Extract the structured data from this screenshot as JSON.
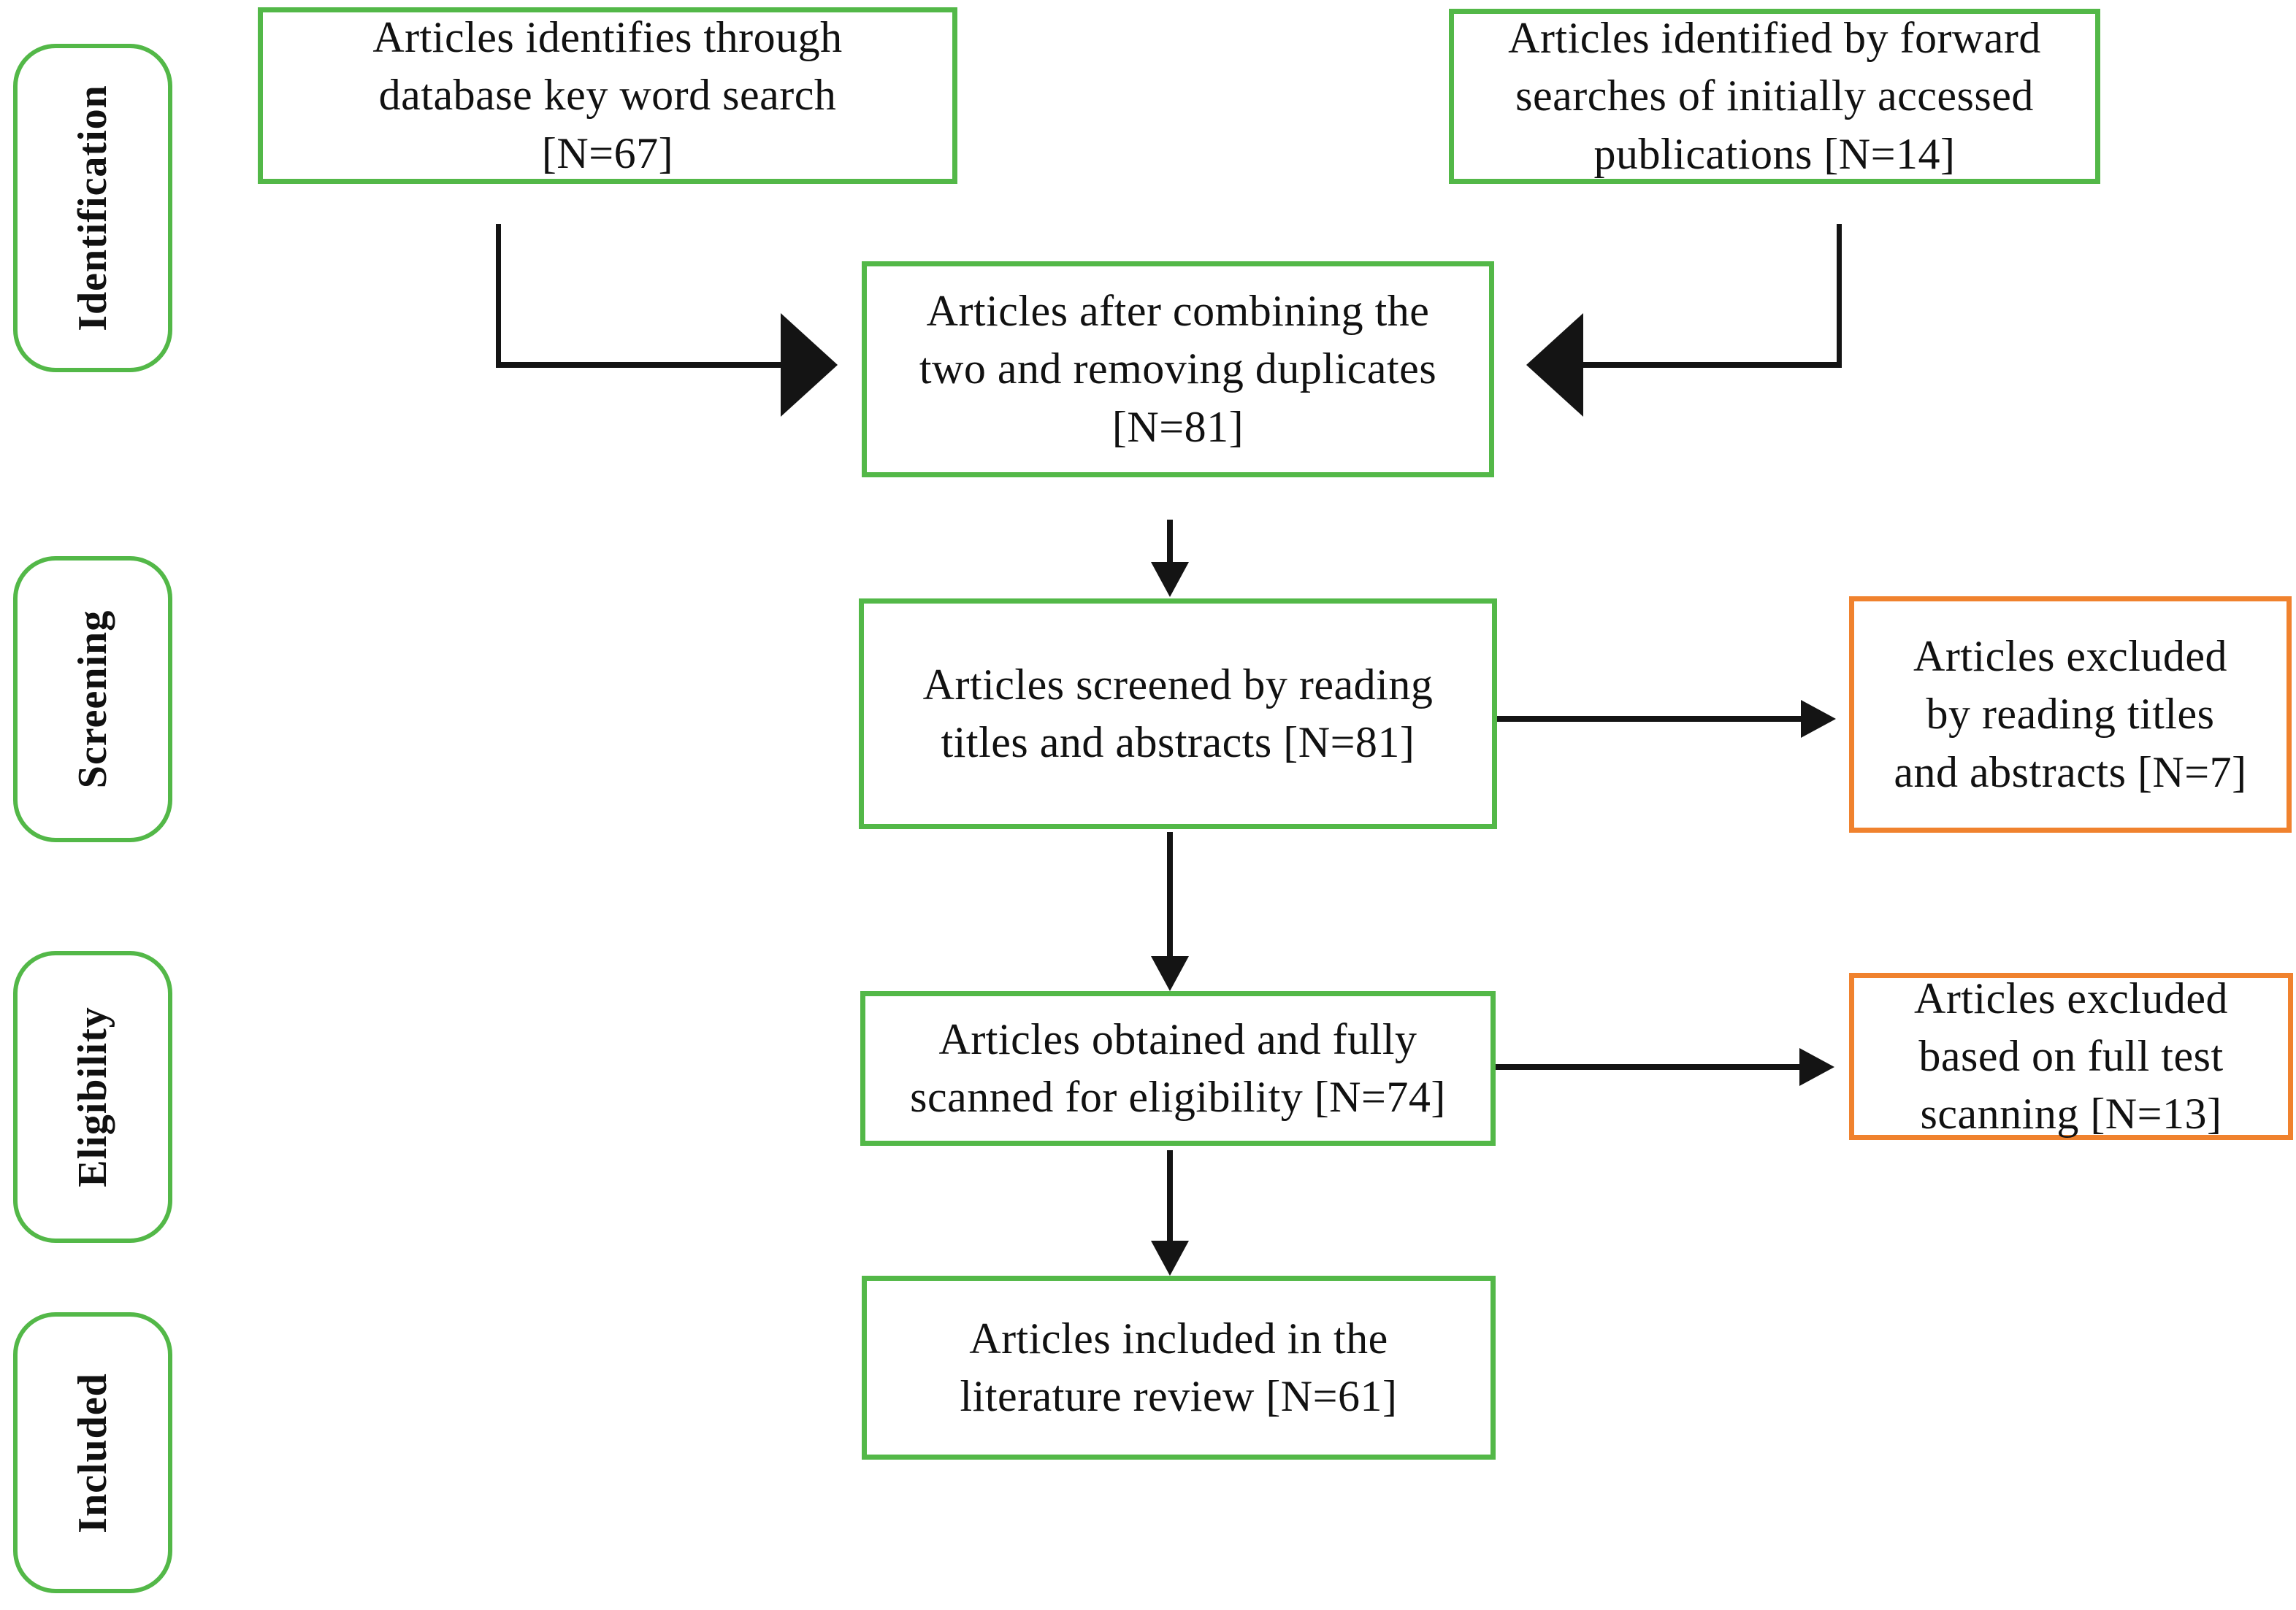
{
  "diagram": {
    "type": "prisma-flow",
    "colors": {
      "included_border": "#53B848",
      "excluded_border": "#F0822E",
      "arrow": "#141414",
      "text": "#111111"
    },
    "stage_labels": [
      "Identification",
      "Screening",
      "Eligibility",
      "Included"
    ],
    "nodes": {
      "keyword_search": {
        "lines": [
          "Articles identifies through",
          "database key word search",
          "[N=67]"
        ],
        "count": 67
      },
      "forward_search": {
        "lines": [
          "Articles identified by forward",
          "searches of initially accessed",
          "publications [N=14]"
        ],
        "count": 14
      },
      "combined": {
        "lines": [
          "Articles after combining the",
          "two and removing duplicates",
          "[N=81]"
        ],
        "count": 81
      },
      "screened": {
        "lines": [
          "Articles screened by reading",
          "titles and abstracts [N=81]"
        ],
        "count": 81
      },
      "excluded_titles": {
        "lines": [
          "Articles excluded",
          "by reading titles",
          "and abstracts [N=7]"
        ],
        "count": 7
      },
      "eligibility_scan": {
        "lines": [
          "Articles obtained and fully",
          "scanned for eligibility  [N=74]"
        ],
        "count": 74
      },
      "excluded_fulltext": {
        "lines": [
          "Articles excluded",
          "based on full test",
          "scanning [N=13]"
        ],
        "count": 13
      },
      "included_review": {
        "lines": [
          "Articles included in the",
          "literature review  [N=61]"
        ],
        "count": 61
      }
    }
  }
}
